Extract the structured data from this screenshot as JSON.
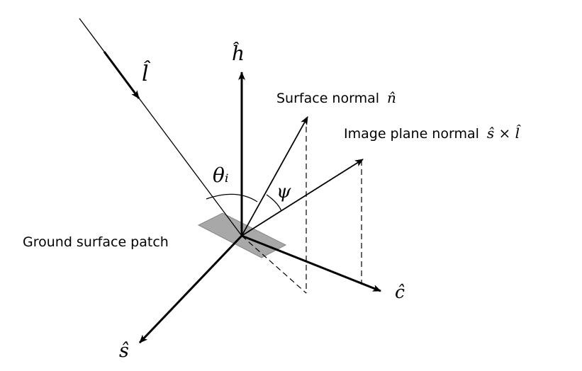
{
  "labels": {
    "l_hat": "l̂",
    "h_hat": "ĥ",
    "theta_i": "θᵢ",
    "psi": "ψ",
    "surface_normal_text": "Surface normal",
    "surface_normal_symbol": "n̂",
    "image_plane_normal_text": "Image plane normal",
    "image_plane_normal_symbol": "ŝ × l̂",
    "ground_surface_patch": "Ground surface patch",
    "s_hat": "ŝ",
    "c_hat": "ĉ"
  },
  "colors": {
    "line": "#000000",
    "patch_fill": "#a8a8a8",
    "patch_stroke": "#888888"
  }
}
